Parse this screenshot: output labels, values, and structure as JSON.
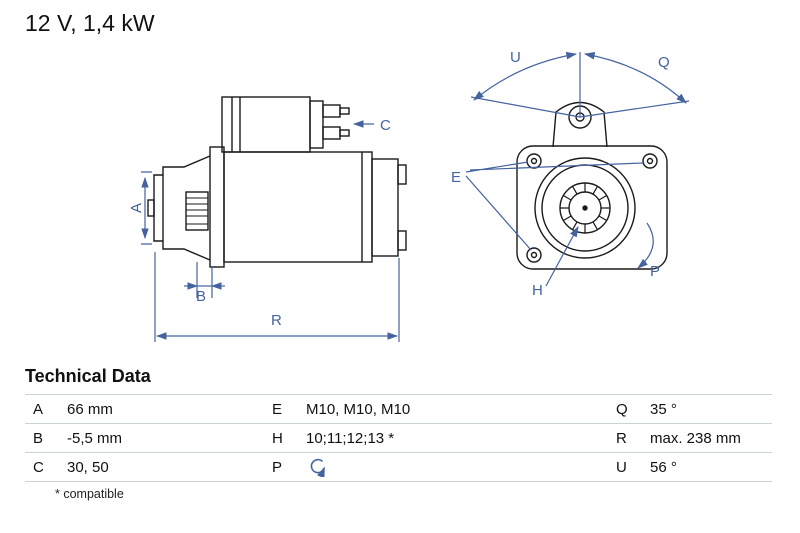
{
  "title": "12 V, 1,4 kW",
  "colors": {
    "dimension_blue": "#44639f",
    "drawing_line": "#1a1a1a",
    "table_border": "#c9d1d9"
  },
  "diagram": {
    "labels": {
      "A": "A",
      "B": "B",
      "C": "C",
      "E": "E",
      "H": "H",
      "P": "P",
      "Q": "Q",
      "R": "R",
      "U": "U"
    }
  },
  "table": {
    "heading": "Technical Data",
    "rows": [
      [
        {
          "k": "A",
          "v": "66 mm"
        },
        {
          "k": "E",
          "v": "M10, M10, M10"
        },
        {
          "k": "Q",
          "v": "35 °"
        }
      ],
      [
        {
          "k": "B",
          "v": "-5,5 mm"
        },
        {
          "k": "H",
          "v": "10;11;12;13 *"
        },
        {
          "k": "R",
          "v": "max. 238 mm"
        }
      ],
      [
        {
          "k": "C",
          "v": "30, 50"
        },
        {
          "k": "P",
          "v": "",
          "icon": "rotation-ccw-icon"
        },
        {
          "k": "U",
          "v": "56 °"
        }
      ]
    ],
    "footnote": "* compatible"
  }
}
